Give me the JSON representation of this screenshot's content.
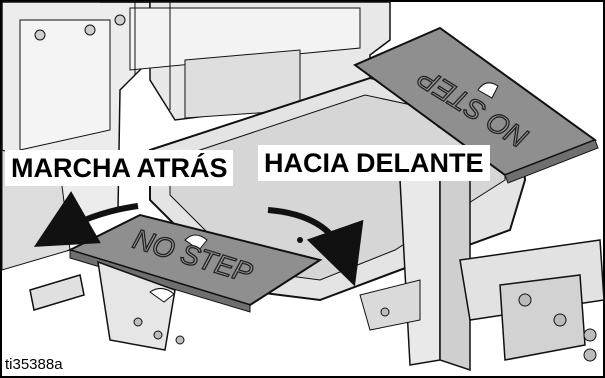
{
  "figure": {
    "label_reverse": "MARCHA ATRÁS",
    "label_forward": "HACIA DELANTE",
    "step_plate_left": "NO STEP",
    "step_plate_right": "NO STEP",
    "figure_id": "ti35388a"
  },
  "colors": {
    "plate_fill": "#8f8f8f",
    "body_fill": "#e6e6e6",
    "line": "#111111",
    "background": "#ffffff"
  }
}
